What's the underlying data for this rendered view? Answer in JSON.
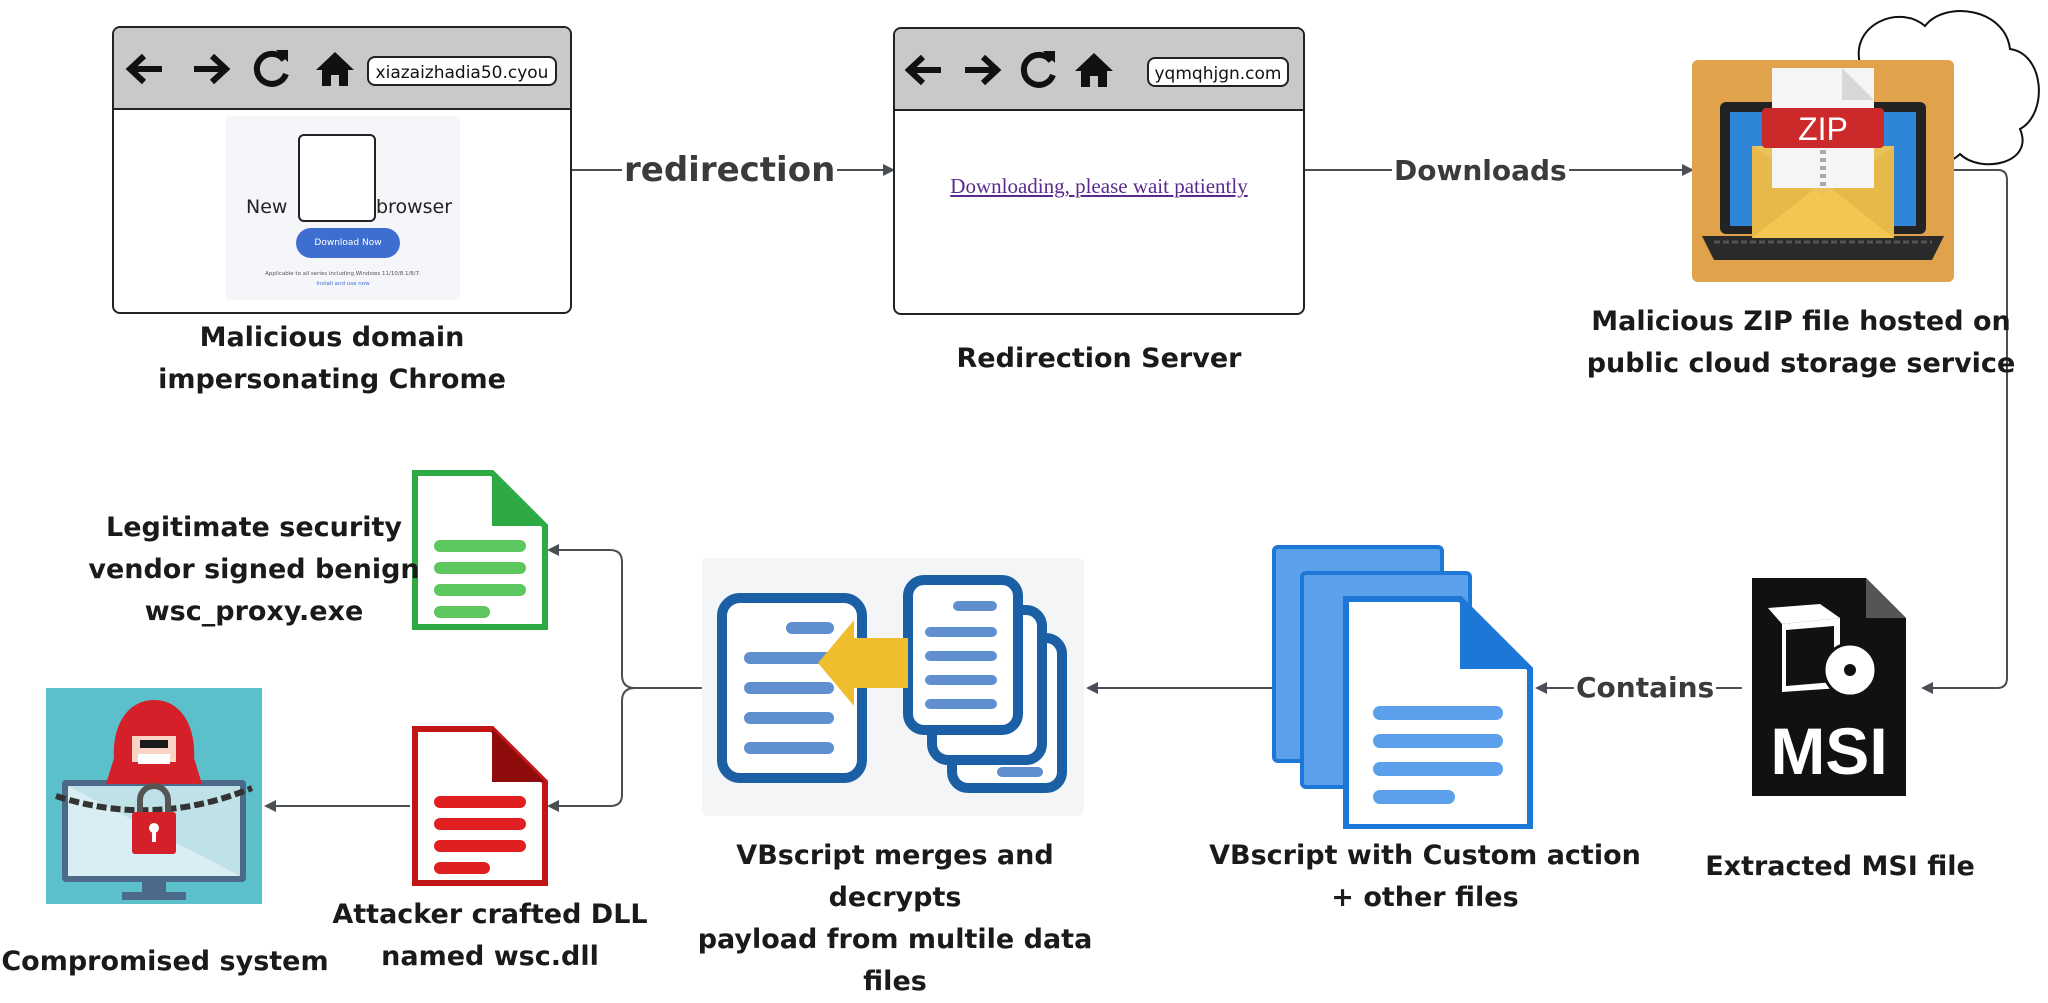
{
  "browser1": {
    "url": "xiazaizhadia50.cyou",
    "thumbnail": {
      "word_left": "New",
      "word_right": "browser",
      "download_button": "Download Now",
      "fine_print": "Applicable to all series including Windows 11/10/8.1/8/7.",
      "fine_link": "Install and use now"
    },
    "caption": [
      "Malicious domain",
      "impersonating Chrome"
    ]
  },
  "browser2": {
    "url": "yqmqhjgn.com",
    "link_text": "Downloading, please wait patiently",
    "caption": [
      "Redirection Server"
    ]
  },
  "zip_node": {
    "badge": "ZIP",
    "caption": [
      "Malicious ZIP file hosted on",
      "public cloud storage service"
    ]
  },
  "msi_node": {
    "badge": "MSI",
    "caption": [
      "Extracted MSI file"
    ]
  },
  "vbs_node": {
    "caption": [
      "VBscript with Custom action",
      "+ other files"
    ]
  },
  "merge_node": {
    "caption": [
      "VBscript merges and decrypts",
      "payload from multile data files"
    ]
  },
  "legit_node": {
    "caption": [
      "Legitimate security",
      "vendor signed benign",
      "wsc_proxy.exe"
    ]
  },
  "dll_node": {
    "caption": [
      "Attacker crafted DLL",
      "named wsc.dll"
    ]
  },
  "compromised_node": {
    "caption": [
      "Compromised system"
    ]
  },
  "edges": {
    "redirection": "redirection",
    "downloads": "Downloads",
    "contains": "Contains"
  },
  "icons": [
    "back-arrow-icon",
    "forward-arrow-icon",
    "reload-icon",
    "home-icon",
    "cloud-icon",
    "laptop-zip-icon",
    "msi-file-icon",
    "documents-stack-icon",
    "merge-documents-icon",
    "green-document-icon",
    "red-document-icon",
    "hacker-computer-icon"
  ],
  "colors": {
    "arrow": "#4a4f55",
    "green_doc": "#2eaa44",
    "red_doc": "#d11a1a",
    "blue_doc": "#1d77d6",
    "laptop_bg": "#e0a24a"
  }
}
